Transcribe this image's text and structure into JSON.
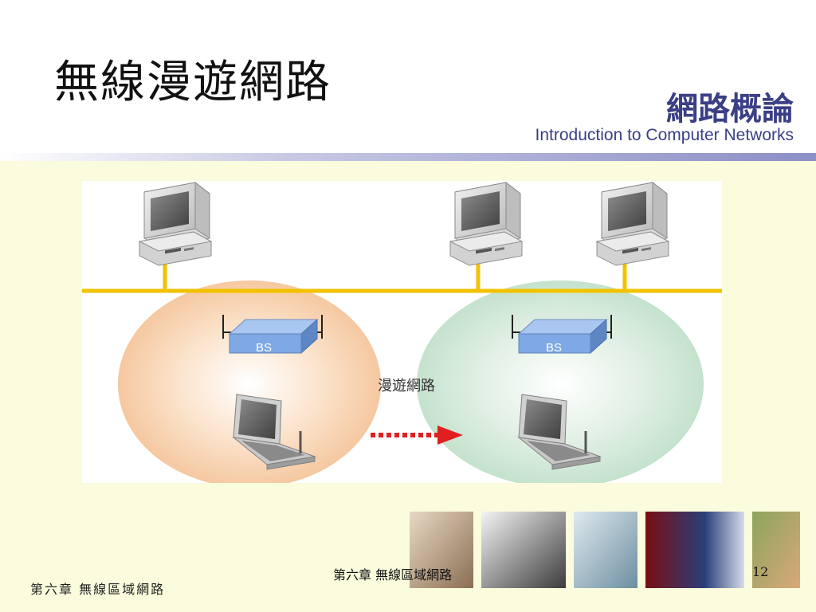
{
  "slide": {
    "title": "無線漫遊網路",
    "brand_cn": "網路概論",
    "brand_en": "Introduction to Computer Networks"
  },
  "diagram": {
    "base_station_left": "BS",
    "base_station_right": "BS",
    "roaming_label": "漫遊網路",
    "colors": {
      "backbone": "#f2c200",
      "cell_left": "#f7cfa8",
      "cell_right": "#cfe6d6",
      "bs_fill": "#7ea9e4",
      "arrow": "#e02020"
    }
  },
  "footer": {
    "chapter": "第六章 無線區域網路",
    "center": "第六章 無線區域網路",
    "page_number": "12"
  }
}
